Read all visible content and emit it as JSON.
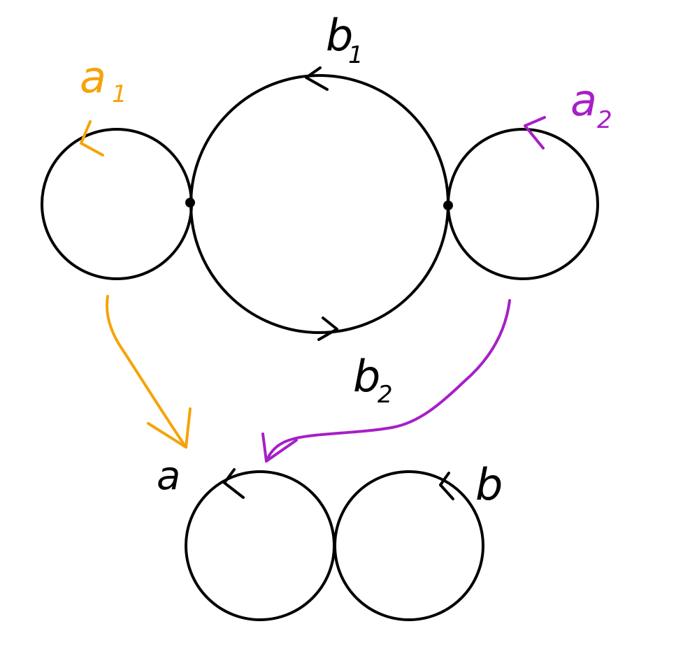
{
  "colors": {
    "ink": "#000000",
    "orange": "#f5a30a",
    "purple": "#a61fc7"
  },
  "labels": {
    "a1_main": "a",
    "a1_sub": "1",
    "a2_main": "a",
    "a2_sub": "2",
    "b1_main": "b",
    "b1_sub": "1",
    "b2_main": "b",
    "b2_sub": "2",
    "a": "a",
    "b": "b"
  }
}
